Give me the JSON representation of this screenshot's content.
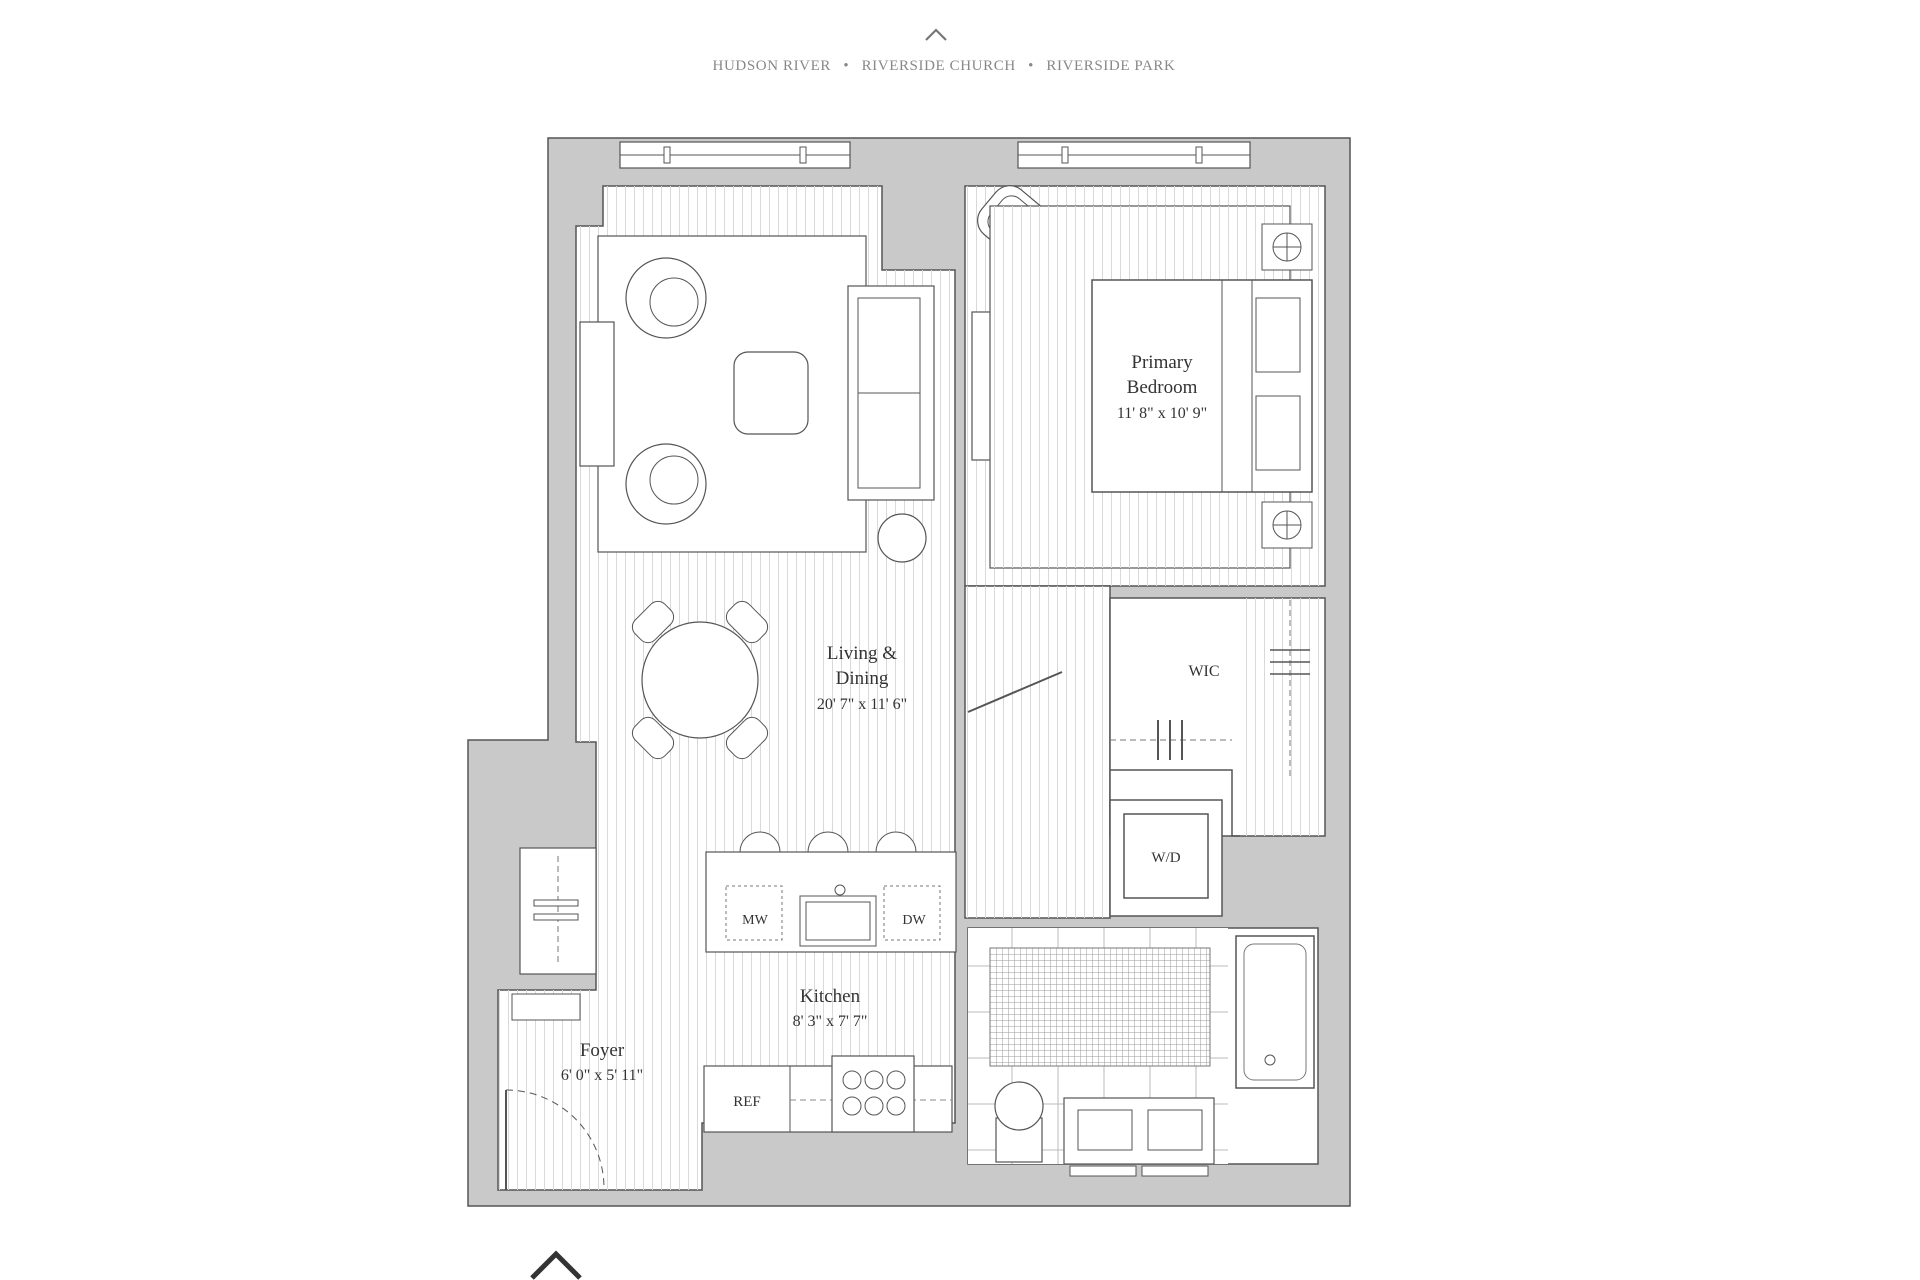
{
  "view_label": {
    "items": [
      "HUDSON RIVER",
      "RIVERSIDE CHURCH",
      "RIVERSIDE PARK"
    ],
    "separator": "•"
  },
  "rooms": {
    "living": {
      "name_line1": "Living &",
      "name_line2": "Dining",
      "size": "20' 7\" x 11' 6\""
    },
    "bedroom": {
      "name_line1": "Primary",
      "name_line2": "Bedroom",
      "size": "11' 8\" x 10' 9\""
    },
    "kitchen": {
      "name": "Kitchen",
      "size": "8' 3\" x 7' 7\""
    },
    "foyer": {
      "name": "Foyer",
      "size": "6' 0\" x 5' 11\""
    },
    "wic": {
      "name": "WIC"
    },
    "wd": {
      "name": "W/D"
    }
  },
  "appliances": {
    "microwave": "MW",
    "dishwasher": "DW",
    "refrigerator": "REF"
  },
  "icons": {
    "north": "chevron-up-icon",
    "entry": "chevron-up-icon"
  },
  "colors": {
    "wall": "#c9c9c9",
    "line": "#555555",
    "floor_line": "#dcdcdc",
    "label": "#333333"
  }
}
